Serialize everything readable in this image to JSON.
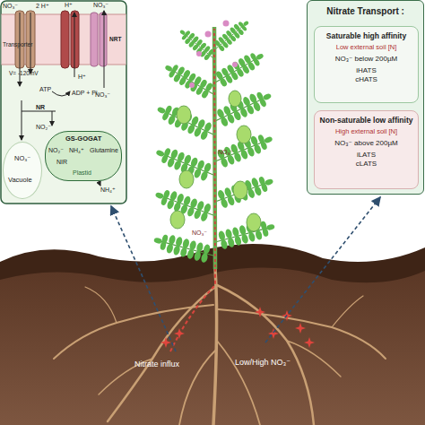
{
  "diagram": {
    "nodes": [
      {
        "text": [
          "Nitrate Transport :"
        ]
      },
      {
        "text": [
          "Saturable high affinity",
          "Low external soil [N]",
          "NO₃⁻ below 200µM",
          "iHATS",
          "cHATS"
        ],
        "in": 0
      },
      {
        "text": [
          "Non-saturable low affinity",
          "High external soil [N]",
          "NO₃⁻ above 200µM",
          "iLATS",
          "cLATS"
        ],
        "in": 0
      },
      {
        "text": [
          "GS-GOGAT",
          "NO₂⁻",
          "NH₄⁺",
          "Glutamine",
          "NIR",
          "Plastid"
        ]
      },
      {
        "text": [
          "NO₃⁻",
          "Vacuole"
        ]
      }
    ],
    "labels": [
      "NO₃⁻",
      "2 H⁺",
      "H⁺",
      "NO₃⁻",
      "Transporter",
      "NRT",
      "V= -120mV",
      "ATP",
      "ADP + Pi",
      "H⁺",
      "NO₃⁻",
      "NR",
      "NO₂⁻",
      "NH₄⁺",
      "Nitrate influx",
      "Low/High NO₃⁻",
      "NO₃⁻",
      "NO₃⁻"
    ]
  }
}
